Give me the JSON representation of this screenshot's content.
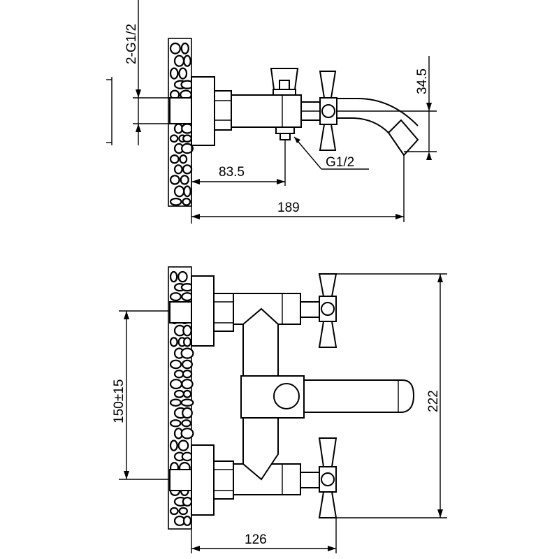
{
  "drawing": {
    "side_view": {
      "label_inlet_pair": "2-G1/2",
      "label_outlet_thread": "G1/2",
      "dim_spout_height": "34.5",
      "dim_outlet_offset": "83.5",
      "dim_overall_depth": "189"
    },
    "front_view": {
      "dim_center_distance": "150±15",
      "dim_overall_height": "222",
      "dim_depth": "126"
    },
    "colors": {
      "line": "#000000",
      "background": "#ffffff"
    }
  }
}
